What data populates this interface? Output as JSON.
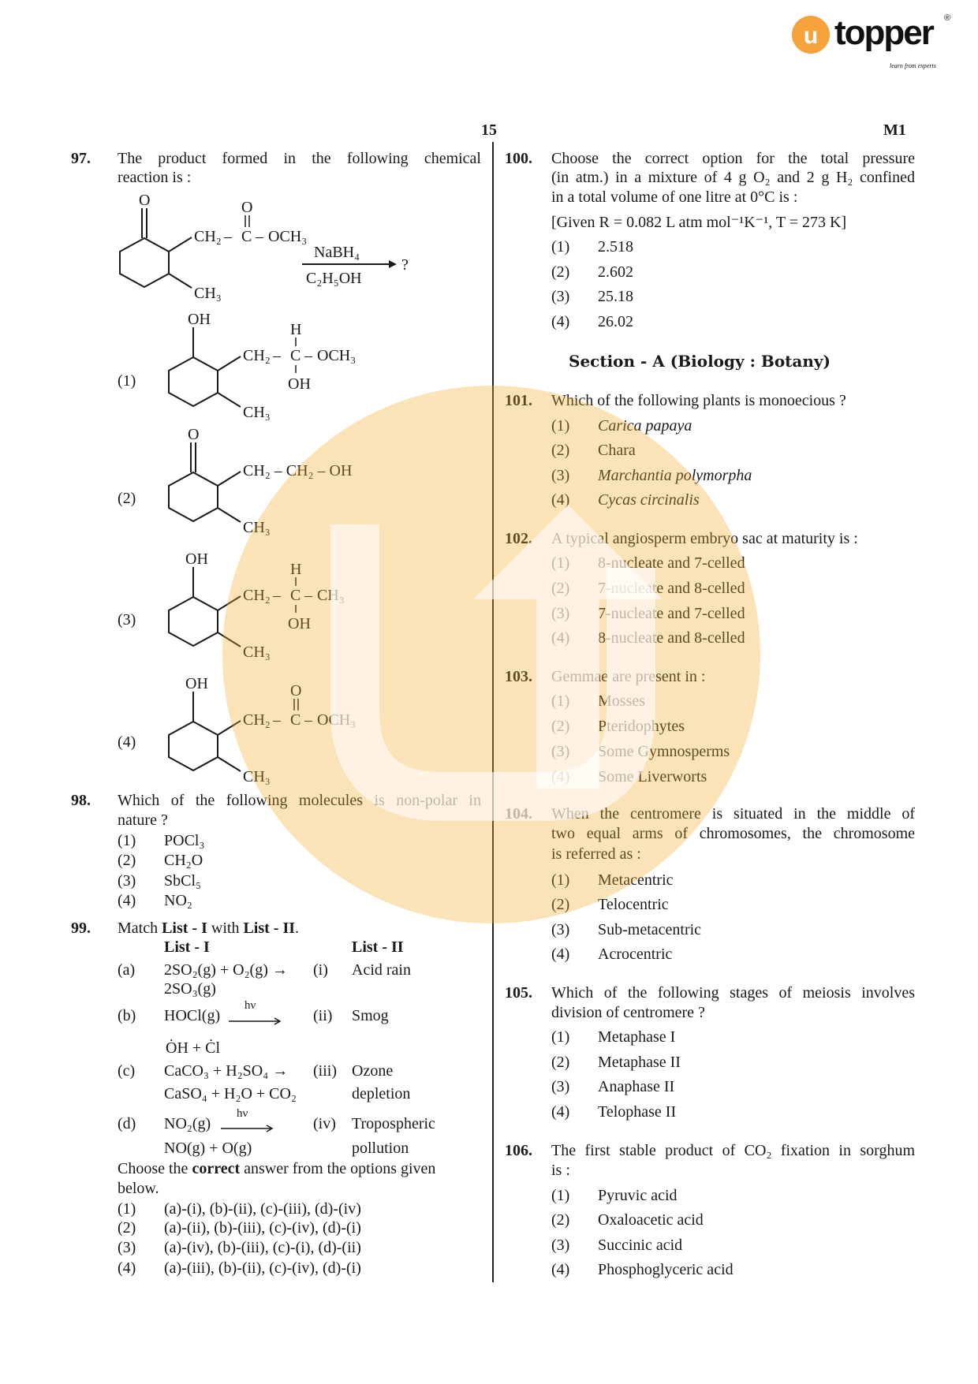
{
  "header": {
    "page_number": "15",
    "code": "M1",
    "logo_text": "topper",
    "logo_mark": "u",
    "logo_tagline": "learn from experts",
    "logo_registered": "®"
  },
  "colors": {
    "brand": "#f7a23b",
    "watermark": "#f5a623",
    "text": "#1a1a1a"
  },
  "q97": {
    "num": "97.",
    "line1": "The product formed in the following chemical",
    "line2": "reaction is :",
    "reactant": {
      "ketone_o": "O",
      "ester_o": "O",
      "ch2": "CH₂",
      "dash": "–",
      "c": "C",
      "och3": "OCH₃",
      "ch3": "CH₃"
    },
    "reagent_top": "NaBH₄",
    "reagent_bottom": "C₂H₅OH",
    "question_mark": "?",
    "options": [
      {
        "label": "(1)",
        "ring_sub": "OH",
        "branch": [
          "CH₂",
          "–",
          "C",
          "–",
          "OCH₃"
        ],
        "top": "H",
        "bottom": "OH",
        "ch3": "CH₃"
      },
      {
        "label": "(2)",
        "ring_sub": "O",
        "branch": "CH₂ – CH₂ – OH",
        "ch3": "CH₃"
      },
      {
        "label": "(3)",
        "ring_sub": "OH",
        "branch": [
          "CH₂",
          "–",
          "C",
          "–",
          "CH₃"
        ],
        "top": "H",
        "bottom": "OH",
        "ch3": "CH₃"
      },
      {
        "label": "(4)",
        "ring_sub": "OH",
        "branch": [
          "CH₂",
          "–",
          "C",
          "–",
          "OCH₃"
        ],
        "top": "O",
        "ch3": "CH₃"
      }
    ]
  },
  "q98": {
    "num": "98.",
    "line1": "Which of the following molecules is non-polar in",
    "line2": "nature ?",
    "options": [
      {
        "label": "(1)",
        "text": "POCl₃"
      },
      {
        "label": "(2)",
        "text": "CH₂O"
      },
      {
        "label": "(3)",
        "text": "SbCl₅"
      },
      {
        "label": "(4)",
        "text": "NO₂"
      }
    ]
  },
  "q99": {
    "num": "99.",
    "intro_pre": "Match ",
    "intro_b1": "List - I",
    "intro_mid": " with ",
    "intro_b2": "List - II",
    "intro_end": ".",
    "list1_header": "List - I",
    "list2_header": "List - II",
    "rows": [
      {
        "key": "(a)",
        "l1": "2SO₂(g) + O₂(g) →",
        "l1b": "2SO₃(g)",
        "num": "(i)",
        "l2": "Acid rain",
        "l2b": ""
      },
      {
        "key": "(b)",
        "l1": "HOCl(g)",
        "arrow_label": "hν",
        "l1b": "ȮH + Ċl",
        "num": "(ii)",
        "l2": "Smog",
        "l2b": ""
      },
      {
        "key": "(c)",
        "l1": "CaCO₃ + H₂SO₄ →",
        "l1b": "CaSO₄ + H₂O + CO₂",
        "num": "(iii)",
        "l2": "Ozone",
        "l2b": "depletion"
      },
      {
        "key": "(d)",
        "l1": "NO₂(g)",
        "arrow_label": "hν",
        "l1b": "NO(g) + O(g)",
        "num": "(iv)",
        "l2": "Tropospheric",
        "l2b": "pollution"
      }
    ],
    "choose_pre": "Choose the ",
    "choose_b": "correct",
    "choose_post": " answer from the options given",
    "choose_line2": "below.",
    "options": [
      {
        "label": "(1)",
        "text": "(a)-(i), (b)-(ii), (c)-(iii), (d)-(iv)"
      },
      {
        "label": "(2)",
        "text": "(a)-(ii), (b)-(iii), (c)-(iv), (d)-(i)"
      },
      {
        "label": "(3)",
        "text": "(a)-(iv), (b)-(iii), (c)-(i), (d)-(ii)"
      },
      {
        "label": "(4)",
        "text": "(a)-(iii), (b)-(ii), (c)-(iv), (d)-(i)"
      }
    ]
  },
  "q100": {
    "num": "100.",
    "line1": "Choose the correct option for the total pressure",
    "line2": "(in atm.) in a mixture of 4 g O₂ and 2 g H₂ confined",
    "line3": "in a total volume of one litre at 0°C is :",
    "given": "[Given R = 0.082 L atm mol⁻¹K⁻¹, T = 273 K]",
    "options": [
      {
        "label": "(1)",
        "text": "2.518"
      },
      {
        "label": "(2)",
        "text": "2.602"
      },
      {
        "label": "(3)",
        "text": "25.18"
      },
      {
        "label": "(4)",
        "text": "26.02"
      }
    ]
  },
  "section": {
    "title": "Section - A (Biology : Botany)"
  },
  "q101": {
    "num": "101.",
    "line1": "Which of the following plants is monoecious ?",
    "options": [
      {
        "label": "(1)",
        "text": "Carica papaya",
        "italic": true
      },
      {
        "label": "(2)",
        "text": "Chara",
        "italic": false
      },
      {
        "label": "(3)",
        "text": "Marchantia polymorpha",
        "italic": true
      },
      {
        "label": "(4)",
        "text": "Cycas circinalis",
        "italic": true
      }
    ]
  },
  "q102": {
    "num": "102.",
    "line1": "A typical angiosperm embryo sac at maturity is :",
    "options": [
      {
        "label": "(1)",
        "text": "8-nucleate and 7-celled"
      },
      {
        "label": "(2)",
        "text": "7-nucleate and 8-celled"
      },
      {
        "label": "(3)",
        "text": "7-nucleate and 7-celled"
      },
      {
        "label": "(4)",
        "text": "8-nucleate and 8-celled"
      }
    ]
  },
  "q103": {
    "num": "103.",
    "line1": "Gemmae are present in :",
    "options": [
      {
        "label": "(1)",
        "text": "Mosses"
      },
      {
        "label": "(2)",
        "text": "Pteridophytes"
      },
      {
        "label": "(3)",
        "text": "Some Gymnosperms"
      },
      {
        "label": "(4)",
        "text": "Some Liverworts"
      }
    ]
  },
  "q104": {
    "num": "104.",
    "line1": "When the centromere is situated in the middle of",
    "line2": "two equal arms of chromosomes, the chromosome",
    "line3": "is referred as :",
    "options": [
      {
        "label": "(1)",
        "text": "Metacentric"
      },
      {
        "label": "(2)",
        "text": "Telocentric"
      },
      {
        "label": "(3)",
        "text": "Sub-metacentric"
      },
      {
        "label": "(4)",
        "text": "Acrocentric"
      }
    ]
  },
  "q105": {
    "num": "105.",
    "line1": "Which of the following stages of meiosis involves",
    "line2": "division of centromere ?",
    "options": [
      {
        "label": "(1)",
        "text": "Metaphase I"
      },
      {
        "label": "(2)",
        "text": "Metaphase II"
      },
      {
        "label": "(3)",
        "text": "Anaphase II"
      },
      {
        "label": "(4)",
        "text": "Telophase II"
      }
    ]
  },
  "q106": {
    "num": "106.",
    "line1": "The first stable product of CO₂ fixation in sorghum",
    "line2": "is :",
    "options": [
      {
        "label": "(1)",
        "text": "Pyruvic acid"
      },
      {
        "label": "(2)",
        "text": "Oxaloacetic acid"
      },
      {
        "label": "(3)",
        "text": "Succinic acid"
      },
      {
        "label": "(4)",
        "text": "Phosphoglyceric acid"
      }
    ]
  }
}
